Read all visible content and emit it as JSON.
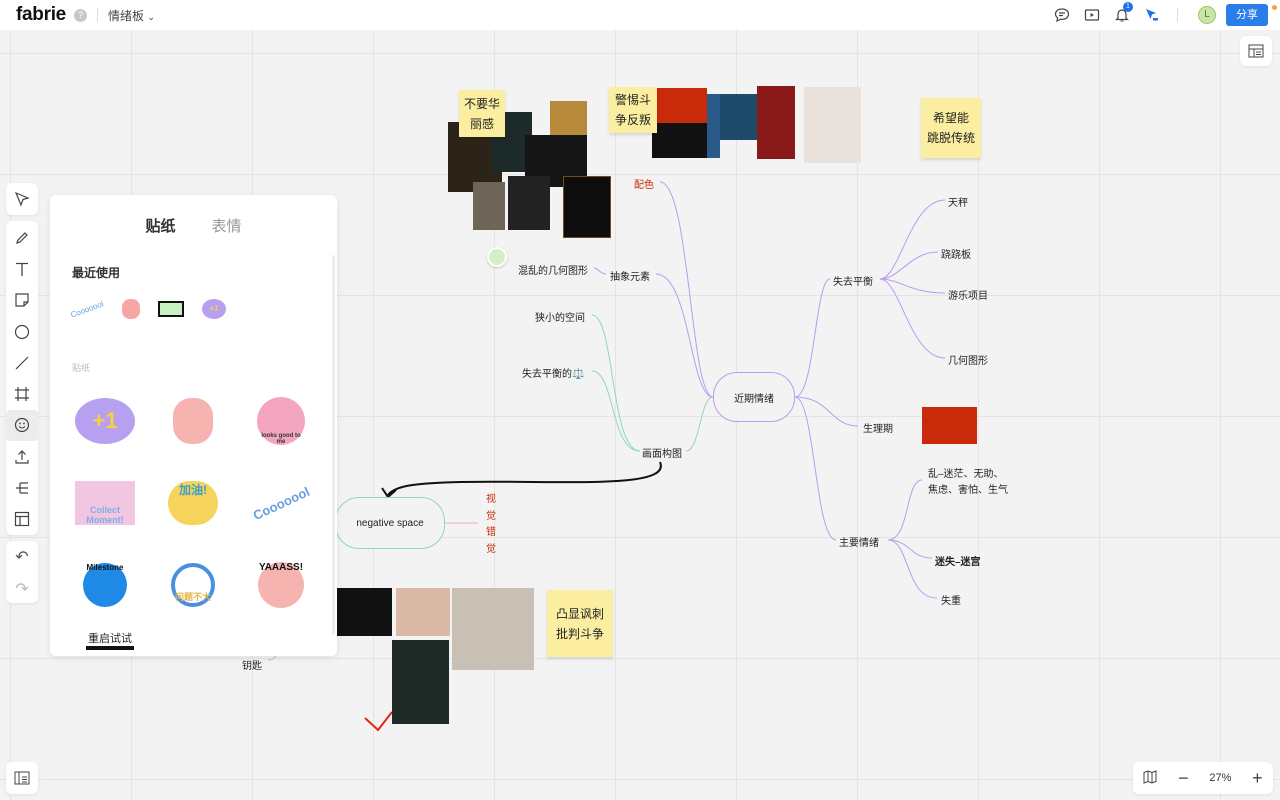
{
  "topbar": {
    "logo": "fabrie",
    "help": "?",
    "board_name": "情绪板",
    "notifications": "1",
    "avatar": "L",
    "share": "分享"
  },
  "panel": {
    "tabs": [
      "贴纸",
      "表情"
    ],
    "recent_title": "最近使用",
    "stickers_title": "贴纸",
    "sticker_text": [
      "+1",
      "Cooooool",
      "重启试试",
      "Collect Moment!",
      "加油!",
      "looks good to me",
      "Milestone",
      "问题不大",
      "YAAASS!"
    ]
  },
  "mindmap": {
    "center": "近期情绪",
    "right": [
      {
        "label": "失去平衡",
        "children": [
          "天秤",
          "跷跷板",
          "游乐项目",
          "几何图形"
        ]
      },
      {
        "label": "生理期"
      },
      {
        "label": "主要情绪",
        "children": [
          "乱–迷茫、无助、",
          "焦虑、害怕、生气",
          "迷失–迷宫",
          "失重"
        ]
      }
    ],
    "left": [
      "配色",
      "抽象元素",
      "混乱的几何图形",
      "画面构图",
      "狭小的空间",
      "失去平衡的⚖️"
    ],
    "negative_space": "negative space",
    "illusion": [
      "视",
      "觉",
      "错",
      "觉"
    ],
    "key": "钥匙"
  },
  "stickies": {
    "a": [
      "不要华",
      "丽感"
    ],
    "b": [
      "警惕斗",
      "争反叛"
    ],
    "c": [
      "希望能",
      "跳脱传统"
    ],
    "d": [
      "凸显讽刺",
      "批判斗争"
    ]
  },
  "zoom": {
    "level": "27%"
  },
  "colors": {
    "accent": "#2b7de9",
    "branch": "#b79cf0",
    "branch_green": "#8fd6c0",
    "red": "#c92a0a"
  }
}
